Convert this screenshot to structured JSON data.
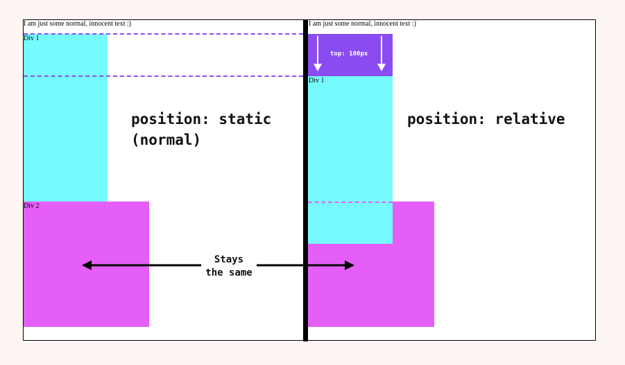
{
  "left_panel": {
    "intro_text": "I am just some normal, innocent text :)",
    "div1_label": "Div 1",
    "div2_label": "Div 2",
    "title_line1": "position: static",
    "title_line2": "(normal)"
  },
  "right_panel": {
    "intro_text": "I am just some normal, innocent text :)",
    "div1_label": "Div 1",
    "title": "position: relative",
    "offset_label": "top: 100px"
  },
  "center_note": {
    "line1": "Stays",
    "line2": "the same"
  },
  "colors": {
    "div1": "#75fbfd",
    "div2": "#e55ef7",
    "offset_box": "#8a4cf0",
    "dash_purple": "#8a4cf0",
    "dash_pink": "#e55ef7",
    "arrow": "#000000",
    "divider": "#000000"
  }
}
